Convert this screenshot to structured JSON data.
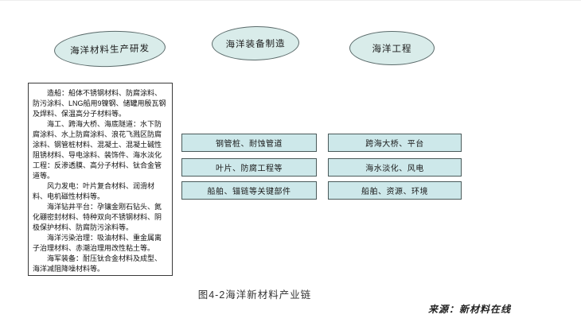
{
  "diagram": {
    "ellipses": [
      {
        "label": "海洋材料生产研发"
      },
      {
        "label": "海洋装备制造"
      },
      {
        "label": "海洋工程"
      }
    ],
    "left_box": {
      "paragraphs": {
        "p1": "造船：船体不锈钢材料、防腐涂料、防污涂料、LNG船用9镍钢、储罐用殷瓦钢及焊料、保温高分子材料等。",
        "p2": "海工、跨海大桥、海底隧道：水下防腐涂料、水上防腐涂料、浪花飞溅区防腐涂料、钢管桩材料、混凝土、混凝土碱性阻锈材料、导电涂料、装饰件、海水淡化工程：反渗透膜、高分子材料、钛合金管道等。",
        "p3": "风力发电：叶片复合材料、润滑材料、电机磁性材料等。",
        "p4": "海洋钻井平台：孕镶金刚石钻头、氮化硼密封材料、特种双向不锈钢材料、阴极保护材料、防腐防污涂料等。",
        "p5": "海洋污染治理：吸油材料、重金属离子治理材料、赤潮治理用改性粘土等。",
        "p6": "海军装备：耐压钛合金材料及成型、海洋减阻降噪材料等。"
      }
    },
    "middle_boxes": [
      "钢管桩、耐蚀管道",
      "叶片、防腐工程等",
      "船舶、锚链等关键部件"
    ],
    "right_boxes": [
      "跨海大桥、平台",
      "海水淡化、风电",
      "船舶、资源、环境"
    ],
    "caption": "图4-2海洋新材料产业链",
    "source": "来源：新材料在线",
    "colors": {
      "shape_fill": "#cde8ea",
      "ellipse_fill": "#d9ecea",
      "border": "#4a5a5a"
    }
  }
}
